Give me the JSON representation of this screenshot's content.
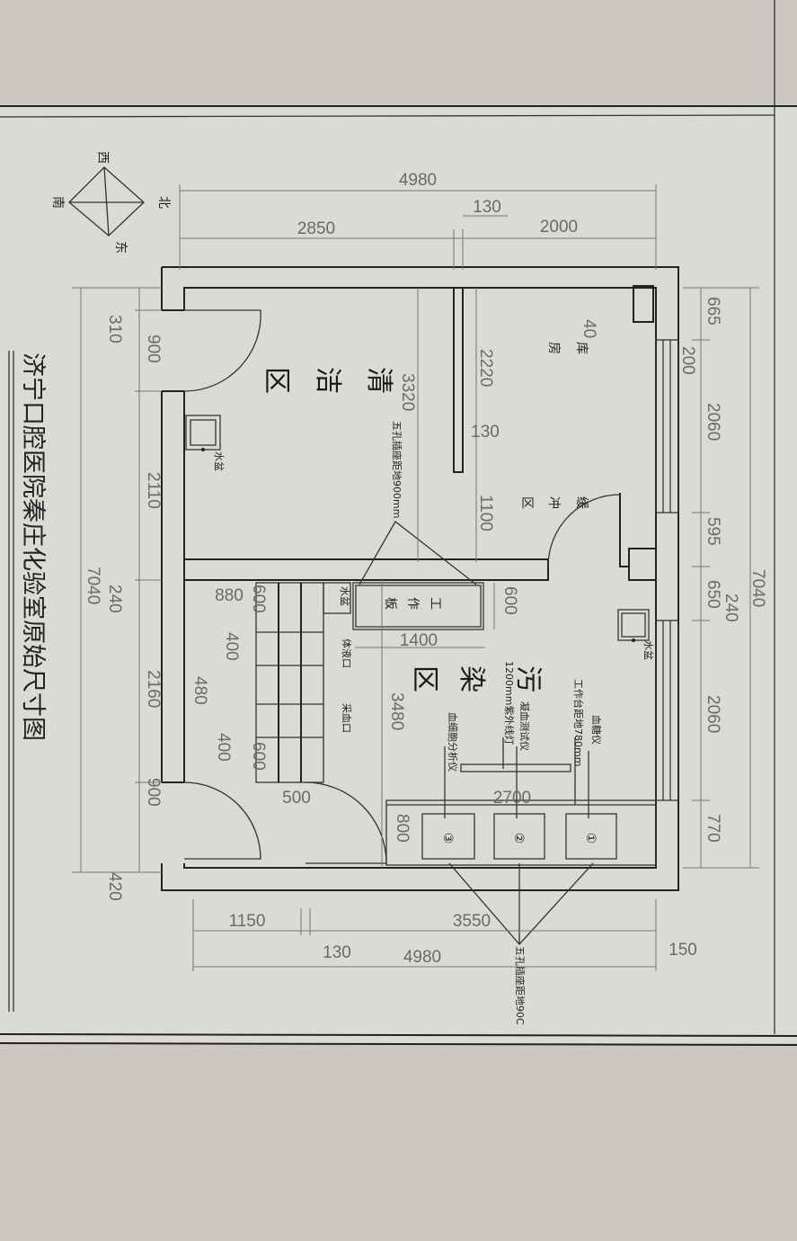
{
  "title": "济宁口腔医院秦庄化验室原始尺寸图",
  "compass": {
    "west": "西",
    "north": "北",
    "south": "南",
    "east": "东"
  },
  "zones": {
    "clean": [
      "清",
      "洁",
      "区"
    ],
    "dirty": [
      "污",
      "染",
      "区"
    ],
    "buffer": [
      "缓",
      "冲",
      "区"
    ],
    "storage": [
      "库",
      "房"
    ]
  },
  "work_board": [
    "工",
    "作",
    "板"
  ],
  "labels": {
    "sink": "水盆",
    "body_fluid_port": "体液口",
    "blood_collection_port": "采血口",
    "socket_note_900": "五孔插座距地900mm",
    "socket_note_bottom": "五孔插座距地90C",
    "uv_lamp": "1200mm紫外线灯",
    "coagulation_tester": "凝血测试仪",
    "glucose_meter": "血糖仪",
    "blood_cell_analyzer": "血细胞分析仪",
    "bench_height": "工作台距地780mm"
  },
  "devices": [
    "①",
    "②",
    "③"
  ],
  "dimensions": {
    "top": [
      "4980",
      "2850",
      "130",
      "2000"
    ],
    "bottom": [
      "1150",
      "3550",
      "130",
      "4980",
      "150"
    ],
    "right": [
      "665",
      "200",
      "2060",
      "595",
      "240",
      "650",
      "7040",
      "2060",
      "770"
    ],
    "left": [
      "310",
      "900",
      "2110",
      "7040",
      "240",
      "2160",
      "900",
      "420"
    ],
    "interior": [
      "3320",
      "2220",
      "130",
      "1100",
      "40",
      "600",
      "1400",
      "3480",
      "2700",
      "800",
      "880",
      "600",
      "400",
      "480",
      "400",
      "600",
      "500"
    ]
  }
}
